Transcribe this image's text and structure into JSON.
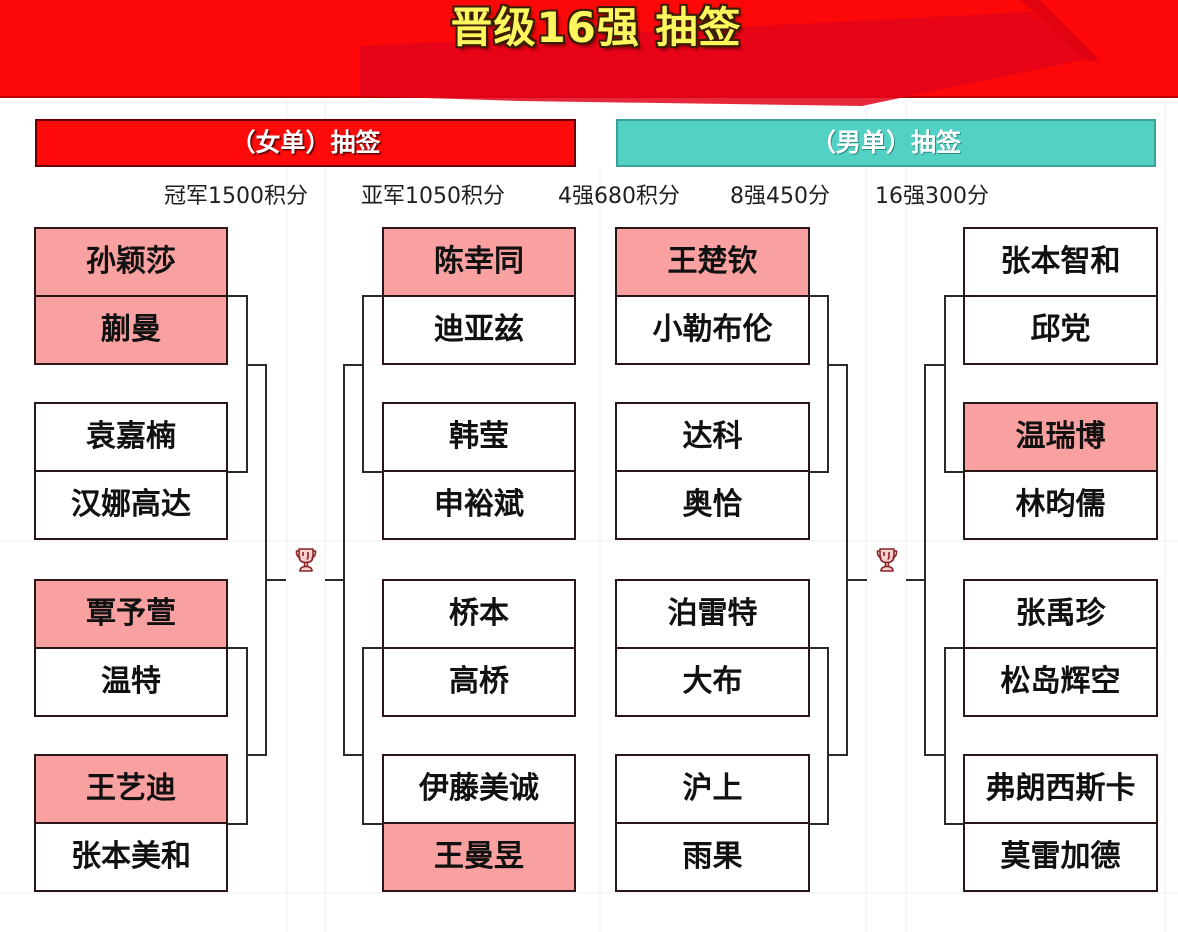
{
  "header": {
    "title": "晋级16强 抽签"
  },
  "sections": {
    "women": {
      "label": "（女单）抽签"
    },
    "men": {
      "label": "（男单）抽签"
    }
  },
  "points": [
    "冠军1500积分",
    "亚军1050积分",
    "4强680积分",
    "8强450分",
    "16强300分"
  ],
  "women": {
    "left": [
      {
        "name": "孙颖莎",
        "highlight": true
      },
      {
        "name": "蒯曼",
        "highlight": true
      },
      {
        "name": "袁嘉楠",
        "highlight": false
      },
      {
        "name": "汉娜高达",
        "highlight": false
      },
      {
        "name": "覃予萱",
        "highlight": true
      },
      {
        "name": "温特",
        "highlight": false
      },
      {
        "name": "王艺迪",
        "highlight": true
      },
      {
        "name": "张本美和",
        "highlight": false
      }
    ],
    "right": [
      {
        "name": "陈幸同",
        "highlight": true
      },
      {
        "name": "迪亚兹",
        "highlight": false
      },
      {
        "name": "韩莹",
        "highlight": false
      },
      {
        "name": "申裕斌",
        "highlight": false
      },
      {
        "name": "桥本",
        "highlight": false
      },
      {
        "name": "高桥",
        "highlight": false
      },
      {
        "name": "伊藤美诚",
        "highlight": false
      },
      {
        "name": "王曼昱",
        "highlight": true
      }
    ]
  },
  "men": {
    "left": [
      {
        "name": "王楚钦",
        "highlight": true
      },
      {
        "name": "小勒布伦",
        "highlight": false
      },
      {
        "name": "达科",
        "highlight": false
      },
      {
        "name": "奥恰",
        "highlight": false
      },
      {
        "name": "泊雷特",
        "highlight": false
      },
      {
        "name": "大布",
        "highlight": false
      },
      {
        "name": "沪上",
        "highlight": false
      },
      {
        "name": "雨果",
        "highlight": false
      }
    ],
    "right": [
      {
        "name": "张本智和",
        "highlight": false
      },
      {
        "name": "邱党",
        "highlight": false
      },
      {
        "name": "温瑞博",
        "highlight": true
      },
      {
        "name": "林昀儒",
        "highlight": false
      },
      {
        "name": "张禹珍",
        "highlight": false
      },
      {
        "name": "松岛辉空",
        "highlight": false
      },
      {
        "name": "弗朗西斯卡",
        "highlight": false
      },
      {
        "name": "莫雷加德",
        "highlight": false
      }
    ]
  },
  "icons": {
    "women_final": "trophy-icon",
    "men_final": "trophy-icon"
  },
  "colors": {
    "header_red": "#fc0808",
    "title_yellow": "#fdf75e",
    "women_bar": "#ff0a0a",
    "men_bar": "#52d1c4",
    "highlight_pink": "#f9a0a0",
    "bracket_line": "#2b2b2b",
    "trophy": "#8a2424"
  }
}
